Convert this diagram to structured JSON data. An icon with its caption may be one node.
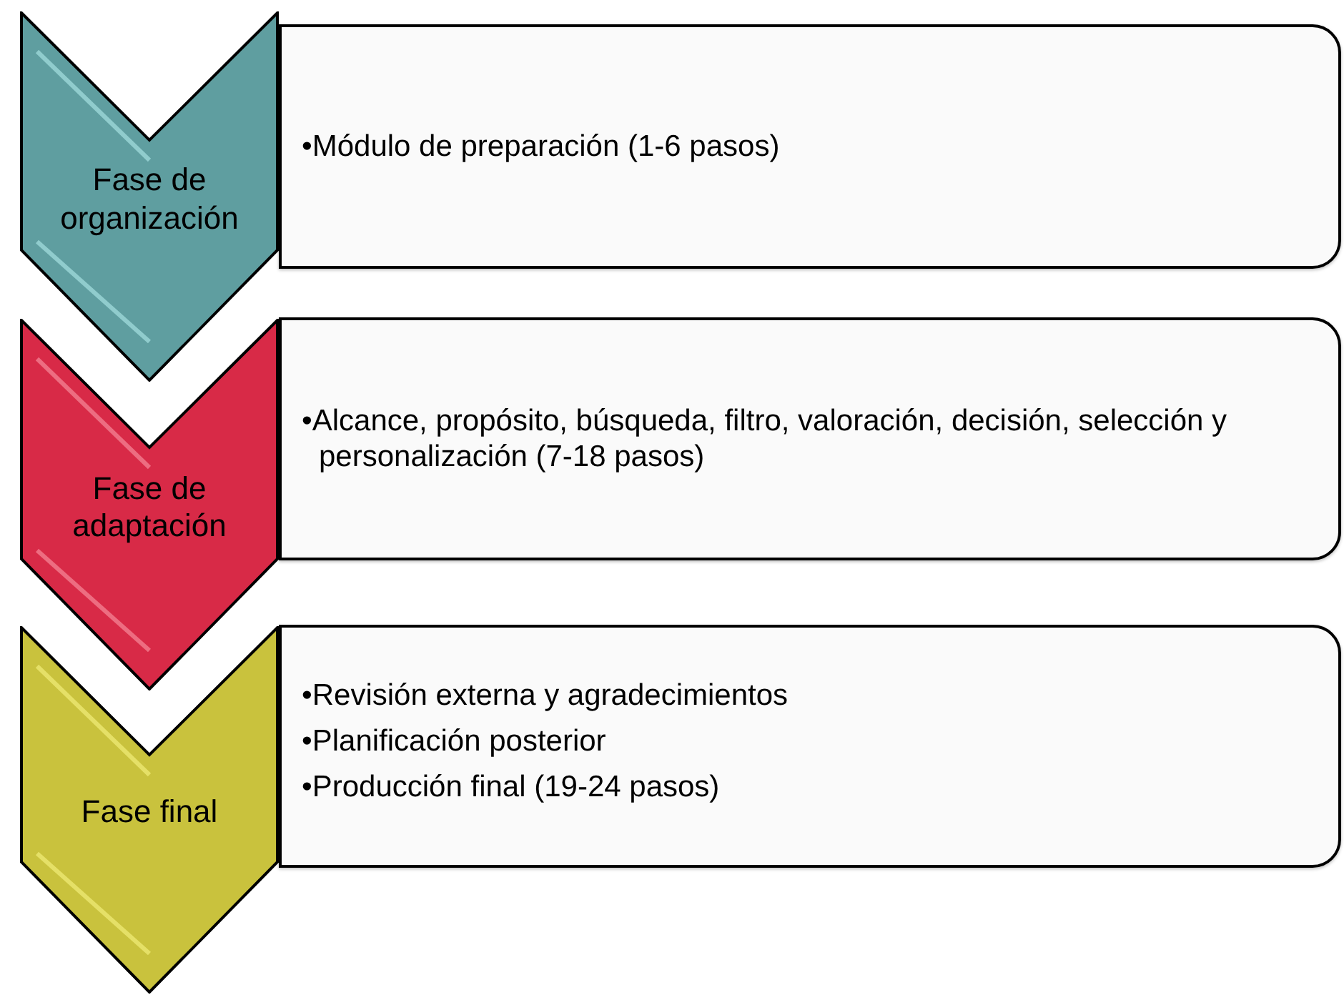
{
  "diagram": {
    "nodes": [
      {
        "text": [
          "Fase de organización"
        ]
      },
      {
        "text": [
          "•Módulo de preparación (1-6 pasos)"
        ]
      },
      {
        "text": [
          "Fase de adaptación"
        ]
      },
      {
        "text": [
          "•Alcance, propósito, búsqueda, filtro, valoración, decisión, selección y personalización (7-18 pasos)"
        ]
      },
      {
        "text": [
          "Fase final"
        ]
      },
      {
        "text": [
          "•Revisión externa y agradecimientos",
          "•Planificación posterior",
          "•Producción final (19-24 pasos)"
        ]
      }
    ]
  }
}
